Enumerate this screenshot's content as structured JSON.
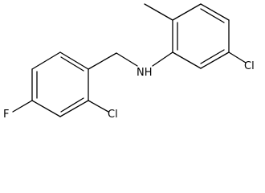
{
  "molecule": {
    "labels": {
      "fluorine": "F",
      "chlorine_ortho": "Cl",
      "amine": "NH",
      "chlorine_meta": "Cl"
    }
  }
}
